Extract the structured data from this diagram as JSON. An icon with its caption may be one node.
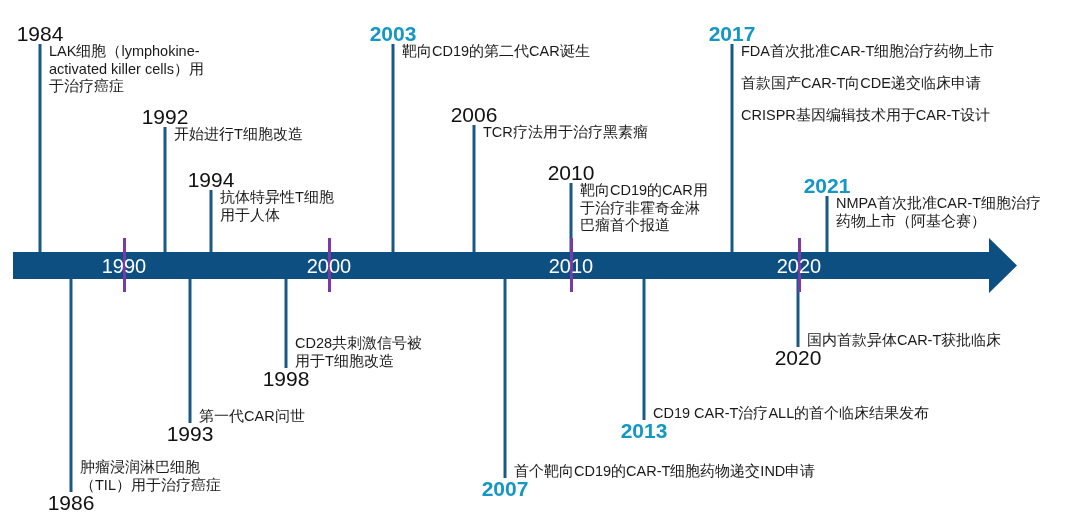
{
  "diagram": {
    "nodes": [
      {
        "text": [
          "1990",
          "2000",
          "2010",
          "2020"
        ]
      },
      {
        "text": [
          "1984"
        ],
        "beside": [
          "LAK细胞（lymphokine-activated killer cells）用于治疗癌症"
        ]
      },
      {
        "text": [
          "1986"
        ],
        "beside": [
          "肿瘤浸润淋巴细胞（TIL）用于治疗癌症"
        ]
      },
      {
        "text": [
          "1992"
        ],
        "beside": [
          "开始进行T细胞改造"
        ]
      },
      {
        "text": [
          "1993"
        ],
        "beside": [
          "第一代CAR问世"
        ]
      },
      {
        "text": [
          "1994"
        ],
        "beside": [
          "抗体特异性T细胞用于人体"
        ]
      },
      {
        "text": [
          "1998"
        ],
        "beside": [
          "CD28共刺激信号被用于T细胞改造"
        ]
      },
      {
        "text": [
          "2003"
        ],
        "beside": [
          "靶向CD19的第二代CAR诞生"
        ]
      },
      {
        "text": [
          "2006"
        ],
        "beside": [
          "TCR疗法用于治疗黑素瘤"
        ]
      },
      {
        "text": [
          "2007"
        ],
        "beside": [
          "首个靶向CD19的CAR-T细胞药物递交IND申请"
        ]
      },
      {
        "text": [
          "2010"
        ],
        "beside": [
          "靶向CD19的CAR用于治疗非霍奇金淋巴瘤首个报道"
        ]
      },
      {
        "text": [
          "2013"
        ],
        "beside": [
          "CD19 CAR-T治疗ALL的首个临床结果发布"
        ]
      },
      {
        "text": [
          "2017"
        ],
        "beside": [
          "FDA首次批准CAR-T细胞治疗药物上市",
          "首款国产CAR-T向CDE递交临床申请",
          "CRISPR基因编辑技术用于CAR-T设计"
        ]
      },
      {
        "text": [
          "2020"
        ],
        "beside": [
          "国内首款异体CAR-T获批临床"
        ]
      },
      {
        "text": [
          "2021"
        ],
        "beside": [
          "NMPA首次批准CAR-T细胞治疗药物上市（阿基仑赛）"
        ]
      }
    ],
    "edges": [
      {
        "from": 1,
        "to": 0,
        "arrow": "none"
      },
      {
        "from": 2,
        "to": 0,
        "arrow": "none"
      },
      {
        "from": 3,
        "to": 0,
        "arrow": "none"
      },
      {
        "from": 4,
        "to": 0,
        "arrow": "none"
      },
      {
        "from": 5,
        "to": 0,
        "arrow": "none"
      },
      {
        "from": 6,
        "to": 0,
        "arrow": "none"
      },
      {
        "from": 7,
        "to": 0,
        "arrow": "none"
      },
      {
        "from": 8,
        "to": 0,
        "arrow": "none"
      },
      {
        "from": 9,
        "to": 0,
        "arrow": "none"
      },
      {
        "from": 10,
        "to": 0,
        "arrow": "none"
      },
      {
        "from": 11,
        "to": 0,
        "arrow": "none"
      },
      {
        "from": 12,
        "to": 0,
        "arrow": "none"
      },
      {
        "from": 13,
        "to": 0,
        "arrow": "none"
      },
      {
        "from": 14,
        "to": 0,
        "arrow": "none"
      }
    ]
  }
}
